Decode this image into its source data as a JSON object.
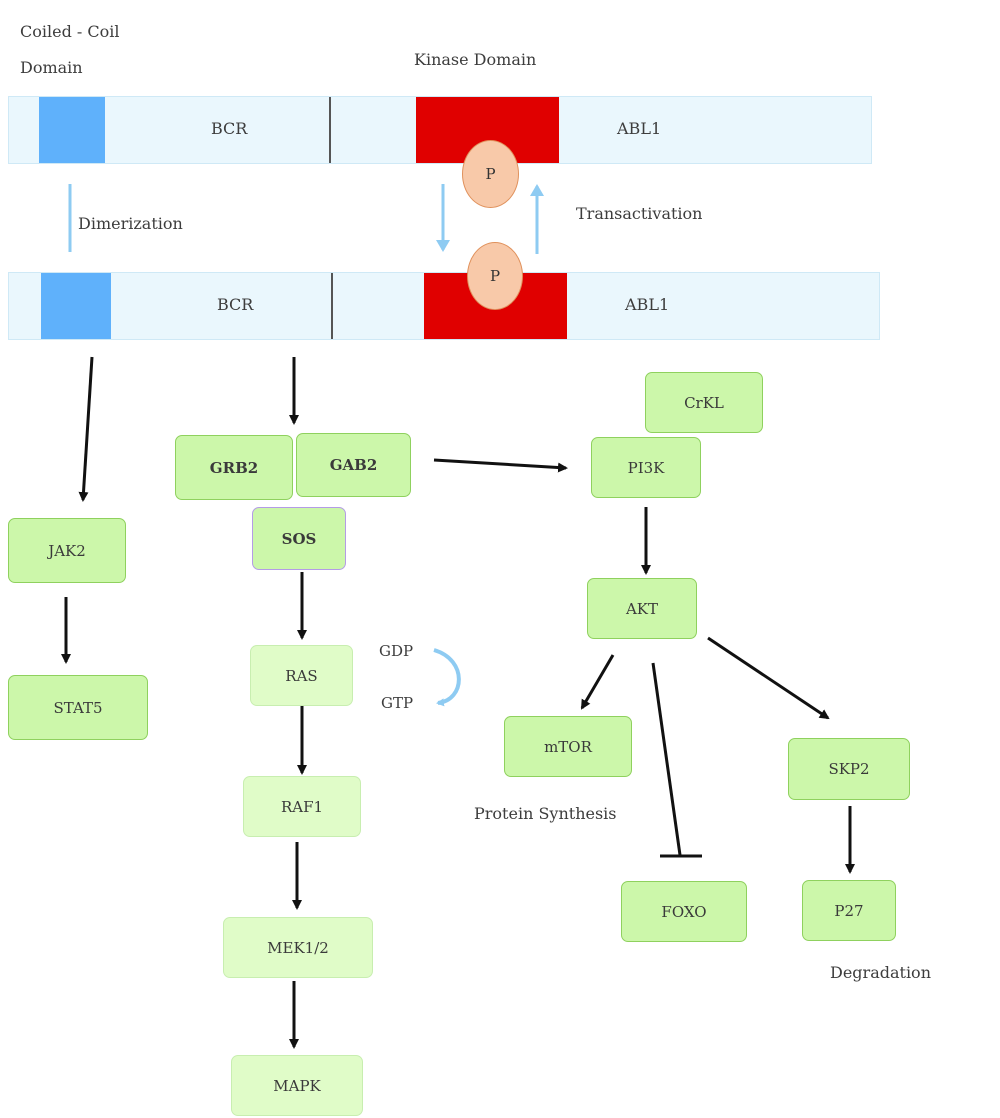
{
  "labels": {
    "coiled_coil_line1": "Coiled  - Coil",
    "coiled_coil_line2": "Domain",
    "kinase_domain": "Kinase Domain",
    "dimerization": "Dimerization",
    "transactivation": "Transactivation",
    "gdp": "GDP",
    "gtp": "GTP",
    "protein_synthesis": "Protein Synthesis",
    "degradation": "Degradation"
  },
  "bars": [
    {
      "bcr": "BCR",
      "abl": "ABL1",
      "phospho": "P"
    },
    {
      "bcr": "BCR",
      "abl": "ABL1",
      "phospho": "P"
    }
  ],
  "nodes": {
    "grb2": "GRB2",
    "gab2": "GAB2",
    "sos": "SOS",
    "ras": "RAS",
    "raf1": "RAF1",
    "mek": "MEK1/2",
    "mapk": "MAPK",
    "jak2": "JAK2",
    "stat5": "STAT5",
    "crkl": "CrKL",
    "pi3k": "PI3K",
    "akt": "AKT",
    "mtor": "mTOR",
    "foxo": "FOXO",
    "skp2": "SKP2",
    "p27": "P27"
  },
  "colors": {
    "node_fill": "#ccf7aa",
    "node_border": "#8fd15e",
    "coiled_coil": "#5fb1fb",
    "kinase": "#e00000",
    "bar_fill": "#eaf7fd",
    "phospho_fill": "#f8c9a9",
    "light_arrow": "#8ecbf2"
  }
}
